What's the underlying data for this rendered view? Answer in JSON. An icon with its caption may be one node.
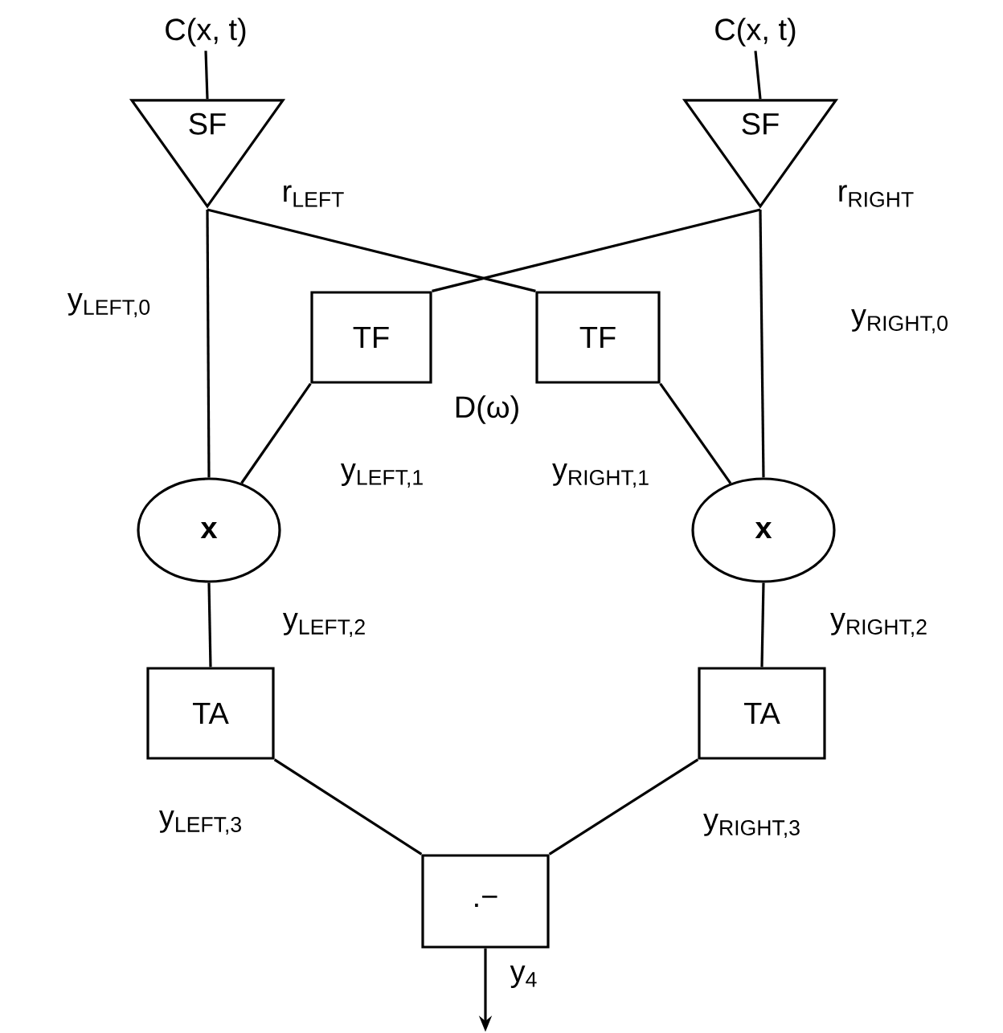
{
  "diagram": {
    "nodes": [
      {
        "text": [
          "C(x, t)"
        ]
      },
      {
        "text": [
          "C(x, t)"
        ]
      },
      {
        "text": [
          "SF"
        ],
        "beside": [
          "r$_{LEFT}$"
        ]
      },
      {
        "text": [
          "SF"
        ],
        "beside": [
          "r$_{RIGHT}$"
        ]
      },
      {
        "text": [
          "TF"
        ]
      },
      {
        "text": [
          "TF"
        ]
      },
      {
        "text": [
          "x"
        ]
      },
      {
        "text": [
          "x"
        ]
      },
      {
        "text": [
          "TA"
        ]
      },
      {
        "text": [
          "TA"
        ]
      },
      {
        "text": [
          ".−"
        ]
      }
    ],
    "edges": [
      {
        "from": 0,
        "to": 2,
        "arrow": "none"
      },
      {
        "from": 1,
        "to": 3,
        "arrow": "none"
      },
      {
        "from": 2,
        "to": 6,
        "arrow": "none",
        "label": "y$_{LEFT,0}$"
      },
      {
        "from": 2,
        "to": 5,
        "arrow": "none"
      },
      {
        "from": 3,
        "to": 4,
        "arrow": "none"
      },
      {
        "from": 3,
        "to": 7,
        "arrow": "none",
        "label": "y$_{RIGHT,0}$"
      },
      {
        "from": 4,
        "to": 6,
        "arrow": "none",
        "label": "y$_{LEFT,1}$"
      },
      {
        "from": 5,
        "to": 7,
        "arrow": "none",
        "label": "y$_{RIGHT,1}$"
      },
      {
        "from": 6,
        "to": 8,
        "arrow": "none",
        "label": "y$_{LEFT,2}$"
      },
      {
        "from": 7,
        "to": 9,
        "arrow": "none",
        "label": "y$_{RIGHT,2}$"
      },
      {
        "from": 8,
        "to": 10,
        "arrow": "none",
        "label": "y$_{LEFT,3}$"
      },
      {
        "from": 9,
        "to": 10,
        "arrow": "none",
        "label": "y$_{RIGHT,3}$"
      },
      {
        "from": 10,
        "to": null,
        "arrow": "to",
        "label": "y$_{4}$"
      }
    ],
    "labels": [
      "D(ω)"
    ]
  }
}
